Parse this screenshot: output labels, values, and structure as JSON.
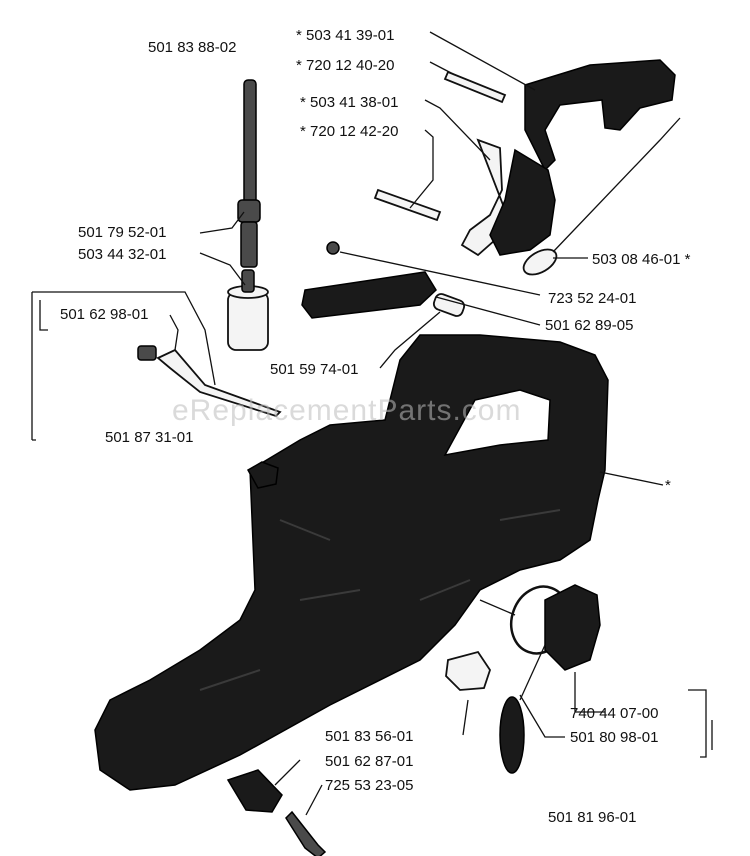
{
  "watermark": "eReplacementParts.com",
  "labels": {
    "l_50183882": "501 83 88-02",
    "l_50341391": "* 503 41 39-01",
    "l_72012402": "* 720 12 40-20",
    "l_50341381": "* 503 41 38-01",
    "l_72012422": "* 720 12 42-20",
    "l_50179520": "501 79 52-01",
    "l_50344320": "503 44 32-01",
    "l_50308461": "503 08 46-01 *",
    "l_50162981": "501 62 98-01",
    "l_72352241": "723 52 24-01",
    "l_50162890": "501 62 89-05",
    "l_50159741": "501 59 74-01",
    "l_50187311": "501 87 31-01",
    "l_star": "*",
    "l_74044070": "740 44 07-00",
    "l_50180981": "501 80 98-01",
    "l_50183561": "501 83 56-01",
    "l_50162871": "501 62 87-01",
    "l_72553230": "725 53 23-05",
    "l_50181961": "501 81 96-01"
  }
}
